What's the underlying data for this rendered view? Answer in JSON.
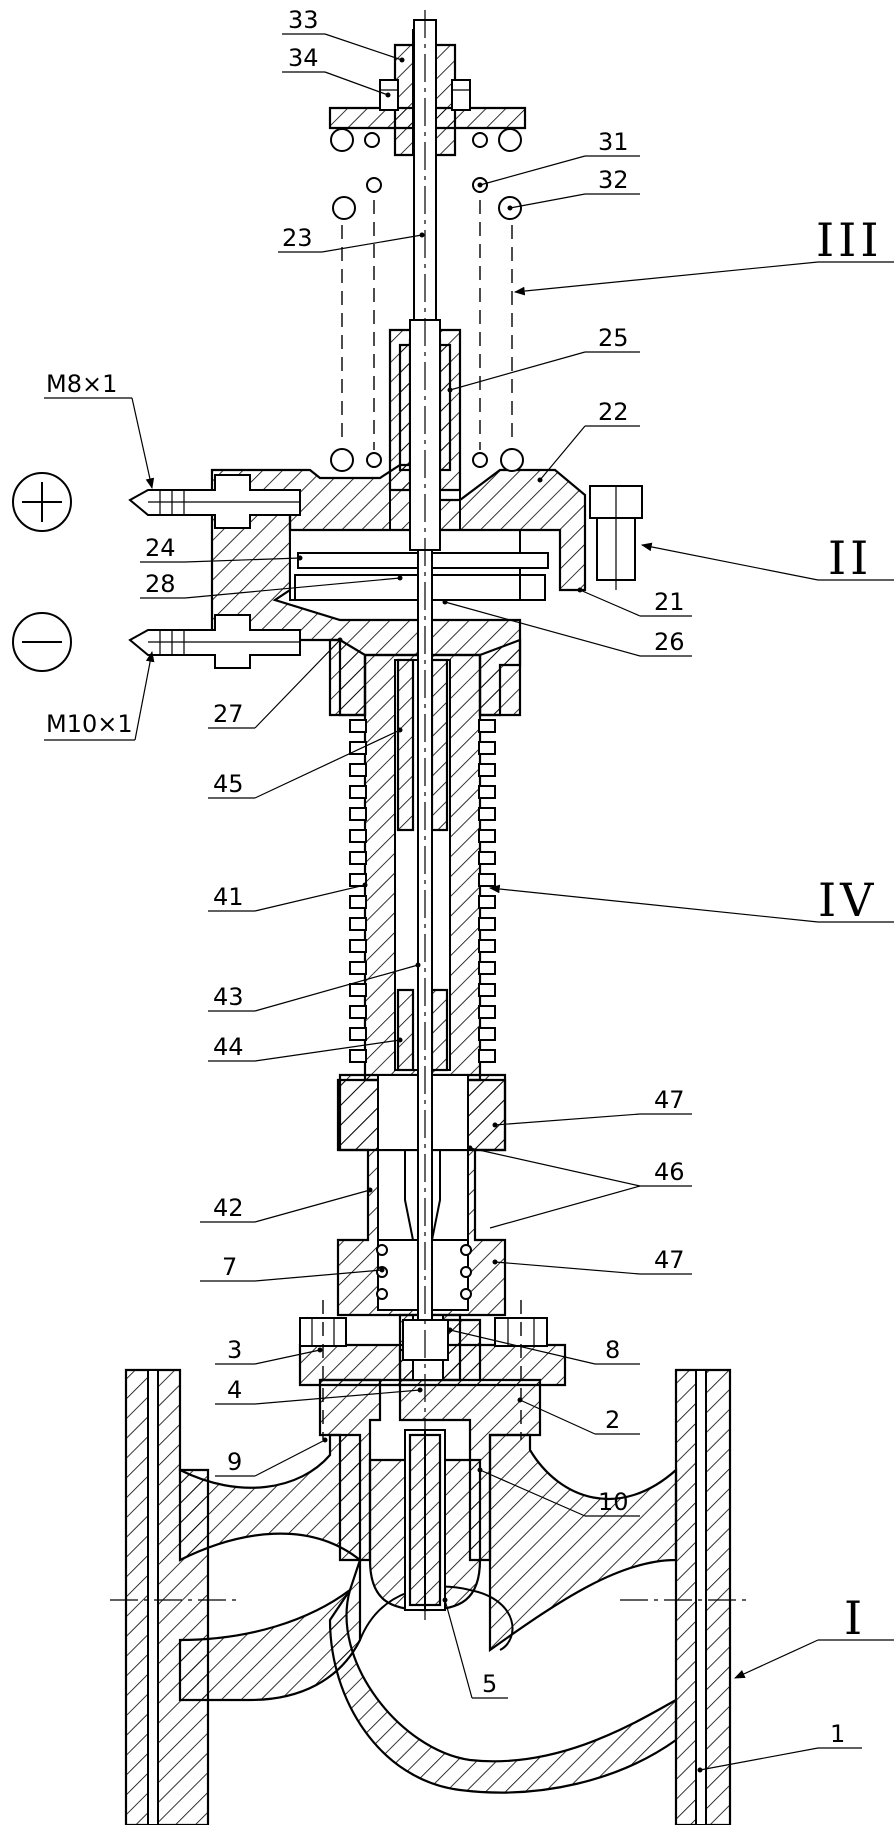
{
  "thread_labels": {
    "top": "M8×1",
    "bottom": "M10×1"
  },
  "pressure_symbols": {
    "plus": "+",
    "minus": "−"
  },
  "views": [
    {
      "id": "III",
      "label": "III"
    },
    {
      "id": "II",
      "label": "II"
    },
    {
      "id": "IV",
      "label": "IV"
    },
    {
      "id": "I",
      "label": "I"
    }
  ],
  "parts": [
    {
      "key": "p33",
      "label": "33"
    },
    {
      "key": "p34",
      "label": "34"
    },
    {
      "key": "p31",
      "label": "31"
    },
    {
      "key": "p32",
      "label": "32"
    },
    {
      "key": "p23",
      "label": "23"
    },
    {
      "key": "p25",
      "label": "25"
    },
    {
      "key": "p22",
      "label": "22"
    },
    {
      "key": "p24",
      "label": "24"
    },
    {
      "key": "p28",
      "label": "28"
    },
    {
      "key": "p21",
      "label": "21"
    },
    {
      "key": "p26",
      "label": "26"
    },
    {
      "key": "p27",
      "label": "27"
    },
    {
      "key": "p45",
      "label": "45"
    },
    {
      "key": "p41",
      "label": "41"
    },
    {
      "key": "p43",
      "label": "43"
    },
    {
      "key": "p44",
      "label": "44"
    },
    {
      "key": "p47a",
      "label": "47"
    },
    {
      "key": "p46",
      "label": "46"
    },
    {
      "key": "p42",
      "label": "42"
    },
    {
      "key": "p7",
      "label": "7"
    },
    {
      "key": "p47b",
      "label": "47"
    },
    {
      "key": "p3",
      "label": "3"
    },
    {
      "key": "p8",
      "label": "8"
    },
    {
      "key": "p4",
      "label": "4"
    },
    {
      "key": "p2",
      "label": "2"
    },
    {
      "key": "p9",
      "label": "9"
    },
    {
      "key": "p10",
      "label": "10"
    },
    {
      "key": "p5",
      "label": "5"
    },
    {
      "key": "p1",
      "label": "1"
    }
  ]
}
